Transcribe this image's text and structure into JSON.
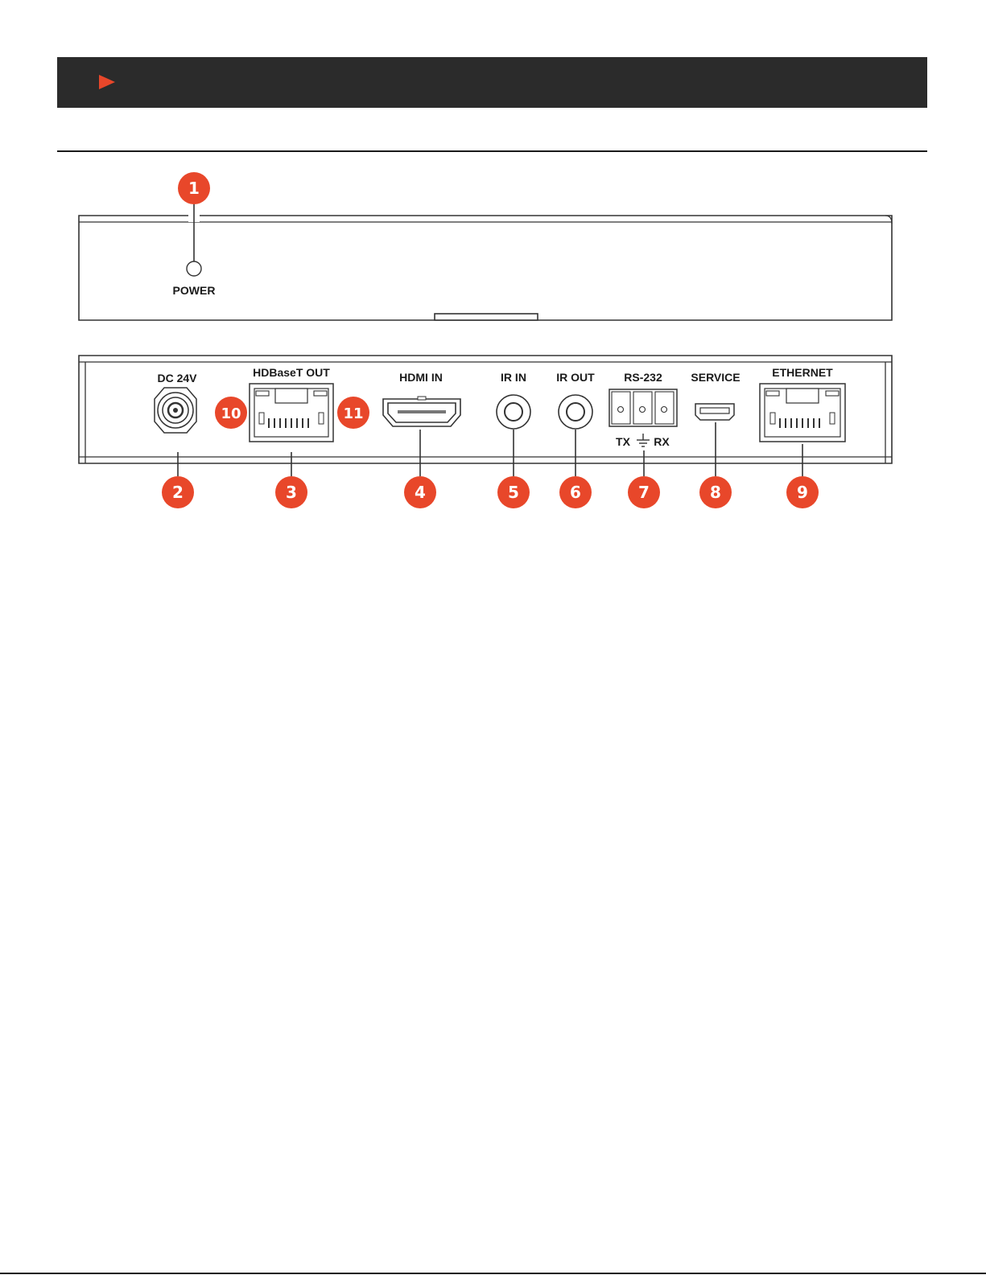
{
  "header": {
    "accent_color": "#e8472a",
    "bar_color": "#2b2b2b",
    "icon": "play-icon"
  },
  "front_panel": {
    "power_label": "POWER",
    "callout": "1"
  },
  "rear_panel": {
    "labels": {
      "dc": "DC 24V",
      "hdbaset": "HDBaseT OUT",
      "hdmi": "HDMI IN",
      "ir_in": "IR IN",
      "ir_out": "IR OUT",
      "rs232": "RS-232",
      "service": "SERVICE",
      "ethernet": "ETHERNET",
      "tx": "TX",
      "rx": "RX"
    },
    "callouts": {
      "dc": "2",
      "hdbaset": "3",
      "hdmi": "4",
      "ir_in": "5",
      "ir_out": "6",
      "rs232": "7",
      "service": "8",
      "ethernet": "9",
      "led_left": "10",
      "led_right": "11"
    }
  },
  "badge_color": "#e8472a"
}
